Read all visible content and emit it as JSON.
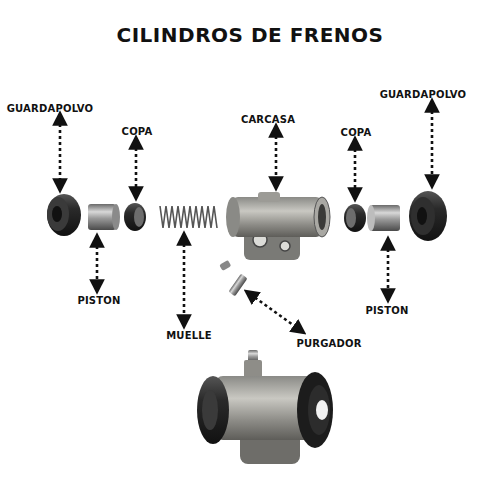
{
  "diagram": {
    "title": "CILINDROS DE FRENOS",
    "labels": [
      "GUARDAPOLVO",
      "COPA",
      "CARCASA",
      "COPA",
      "GUARDAPOLVO",
      "PISTON",
      "MUELLE",
      "PISTON",
      "PURGADOR"
    ]
  }
}
